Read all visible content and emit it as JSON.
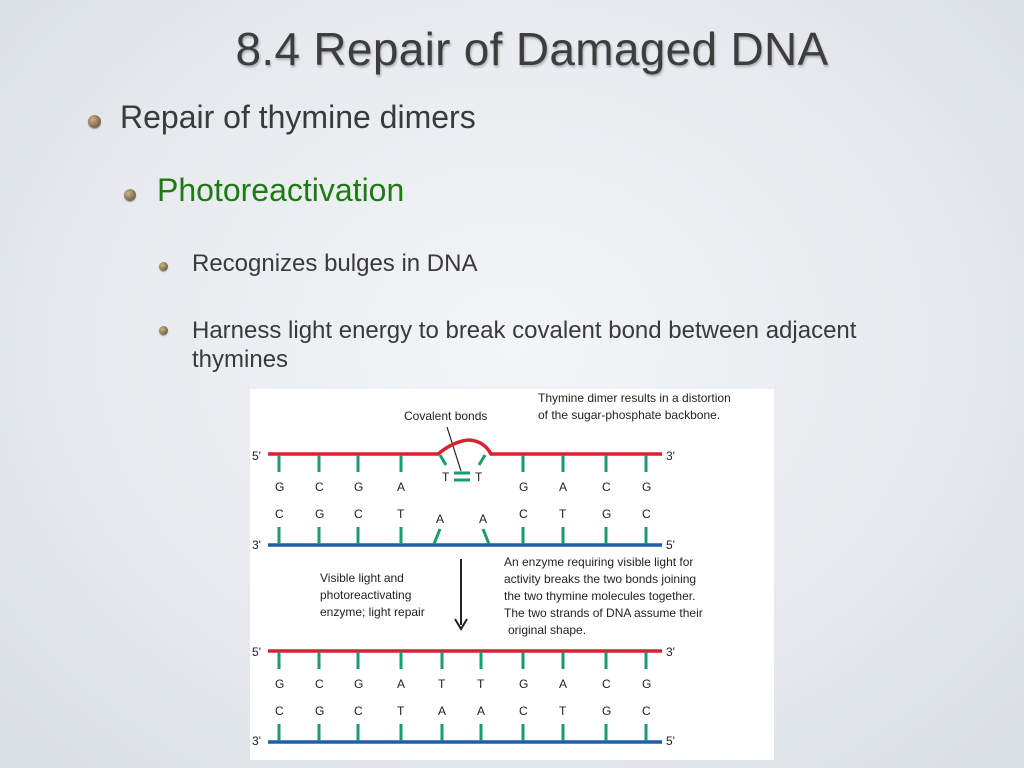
{
  "slide": {
    "title": "8.4 Repair of Damaged DNA",
    "bullets": {
      "level1": "Repair of thymine dimers",
      "level2": "Photoreactivation",
      "level3": [
        "Recognizes bulges in DNA",
        "Harness light energy to break covalent bond between adjacent thymines"
      ]
    }
  },
  "figure": {
    "colors": {
      "top_strand": "#d8222f",
      "bottom_strand": "#1f5fa8",
      "base_ticks": "#1a9a72",
      "dimer_bond": "#1a9a72"
    },
    "annotations": {
      "distortion_line1": "Thymine dimer results in a distortion",
      "distortion_line2": "of the sugar-phosphate backbone.",
      "covalent_bonds": "Covalent bonds",
      "light_line1": "Visible light and",
      "light_line2": "photoreactivating",
      "light_line3": "enzyme; light repair",
      "enzyme_line1": "An enzyme requiring visible light for",
      "enzyme_line2": "activity breaks the two bonds joining",
      "enzyme_line3": "the two thymine molecules together.",
      "enzyme_line4": "The two strands of DNA assume their",
      "enzyme_line5": "original shape."
    },
    "end_labels": {
      "five_prime": "5'",
      "three_prime": "3'"
    },
    "before": {
      "top_bases": [
        "G",
        "C",
        "G",
        "A",
        "T",
        "T",
        "G",
        "A",
        "C",
        "G"
      ],
      "bottom_bases": [
        "C",
        "G",
        "C",
        "T",
        "A",
        "A",
        "C",
        "T",
        "G",
        "C"
      ]
    },
    "after": {
      "top_bases": [
        "G",
        "C",
        "G",
        "A",
        "T",
        "T",
        "G",
        "A",
        "C",
        "G"
      ],
      "bottom_bases": [
        "C",
        "G",
        "C",
        "T",
        "A",
        "A",
        "C",
        "T",
        "G",
        "C"
      ]
    }
  }
}
